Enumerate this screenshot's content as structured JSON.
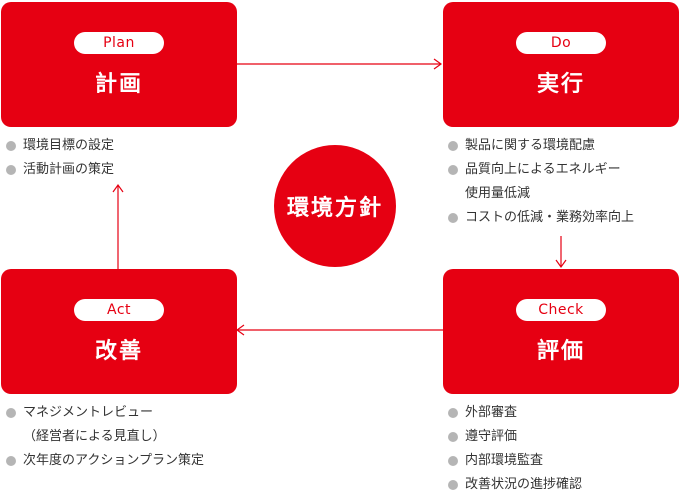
{
  "center": {
    "label": "環境方針"
  },
  "cards": {
    "plan": {
      "tag": "Plan",
      "title": "計画"
    },
    "do": {
      "tag": "Do",
      "title": "実行"
    },
    "check": {
      "tag": "Check",
      "title": "評価"
    },
    "act": {
      "tag": "Act",
      "title": "改善"
    }
  },
  "lists": {
    "plan": [
      "環境目標の設定",
      "活動計画の策定"
    ],
    "do": [
      "製品に関する環境配慮",
      "品質向上によるエネルギー",
      "使用量低減",
      "コストの低減・業務効率向上"
    ],
    "check": [
      "外部審査",
      "遵守評価",
      "内部環境監査",
      "改善状況の進捗確認"
    ],
    "act": [
      "マネジメントレビュー",
      "（経営者による見直し）",
      "次年度のアクションプラン策定"
    ]
  },
  "colors": {
    "accent": "#e60012",
    "bullet": "#b5b5b5",
    "text": "#333333"
  }
}
